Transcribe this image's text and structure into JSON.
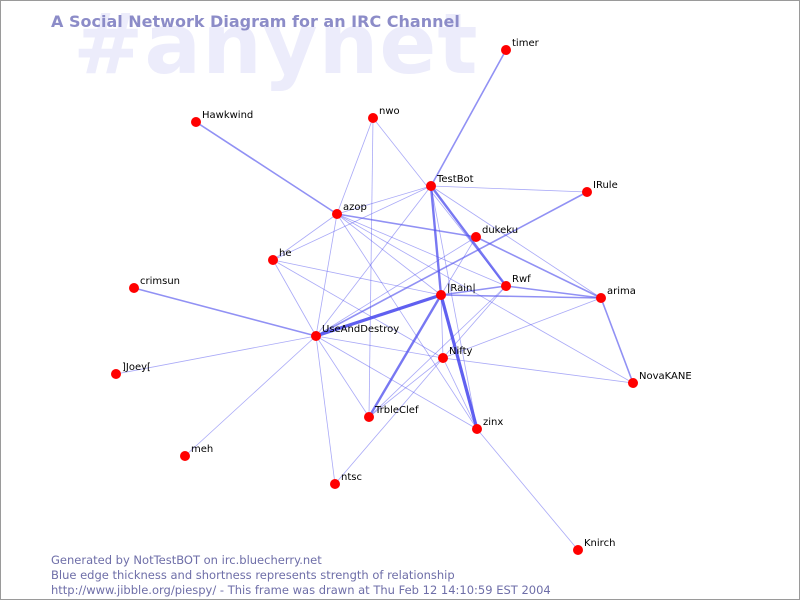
{
  "watermark": "#anynet",
  "title": "A Social Network Diagram for an IRC Channel",
  "footer": {
    "line1": "Generated by NotTestBOT on irc.bluecherry.net",
    "line2": "Blue edge thickness and shortness represents strength of relationship",
    "line3": "http://www.jibble.org/piespy/ - This frame was drawn at Thu Feb 12 14:10:59 EST 2004"
  },
  "colors": {
    "node": "#ff0000",
    "edge": "#5050ee",
    "title": "#8c8cc8",
    "watermark": "#ececfb"
  },
  "graph": {
    "nodes": [
      {
        "id": "timer",
        "label": "timer"
      },
      {
        "id": "Hawkwind",
        "label": "Hawkwind"
      },
      {
        "id": "nwo",
        "label": "nwo"
      },
      {
        "id": "TestBot",
        "label": "TestBot"
      },
      {
        "id": "IRule",
        "label": "IRule"
      },
      {
        "id": "azop",
        "label": "azop"
      },
      {
        "id": "dukeku",
        "label": "dukeku"
      },
      {
        "id": "he",
        "label": "he"
      },
      {
        "id": "crimsun",
        "label": "crimsun"
      },
      {
        "id": "Rwf",
        "label": "Rwf"
      },
      {
        "id": "arima",
        "label": "arima"
      },
      {
        "id": "Rain",
        "label": "|Rain|"
      },
      {
        "id": "UseAndDestroy",
        "label": "UseAndDestroy"
      },
      {
        "id": "Nifty",
        "label": "Nifty"
      },
      {
        "id": "Joey",
        "label": "]Joey["
      },
      {
        "id": "NovaKANE",
        "label": "NovaKANE"
      },
      {
        "id": "TrbleClef",
        "label": "TrbleClef"
      },
      {
        "id": "zinx",
        "label": "zinx"
      },
      {
        "id": "meh",
        "label": "meh"
      },
      {
        "id": "ntsc",
        "label": "ntsc"
      },
      {
        "id": "Knirch",
        "label": "Knirch"
      }
    ],
    "edges": [
      {
        "source": "timer",
        "target": "TestBot",
        "strength": 2
      },
      {
        "source": "Hawkwind",
        "target": "azop",
        "strength": 2
      },
      {
        "source": "nwo",
        "target": "azop",
        "strength": 1
      },
      {
        "source": "nwo",
        "target": "TrbleClef",
        "strength": 1
      },
      {
        "source": "nwo",
        "target": "Rwf",
        "strength": 1
      },
      {
        "source": "TestBot",
        "target": "IRule",
        "strength": 1
      },
      {
        "source": "TestBot",
        "target": "azop",
        "strength": 1
      },
      {
        "source": "TestBot",
        "target": "Rain",
        "strength": 3
      },
      {
        "source": "TestBot",
        "target": "Rwf",
        "strength": 3
      },
      {
        "source": "TestBot",
        "target": "UseAndDestroy",
        "strength": 1
      },
      {
        "source": "TestBot",
        "target": "zinx",
        "strength": 1
      },
      {
        "source": "TestBot",
        "target": "he",
        "strength": 1
      },
      {
        "source": "TestBot",
        "target": "arima",
        "strength": 1
      },
      {
        "source": "IRule",
        "target": "UseAndDestroy",
        "strength": 2
      },
      {
        "source": "azop",
        "target": "dukeku",
        "strength": 2
      },
      {
        "source": "azop",
        "target": "he",
        "strength": 1
      },
      {
        "source": "azop",
        "target": "UseAndDestroy",
        "strength": 1
      },
      {
        "source": "azop",
        "target": "Rain",
        "strength": 1
      },
      {
        "source": "azop",
        "target": "Rwf",
        "strength": 1
      },
      {
        "source": "azop",
        "target": "NovaKANE",
        "strength": 1
      },
      {
        "source": "azop",
        "target": "zinx",
        "strength": 1
      },
      {
        "source": "dukeku",
        "target": "arima",
        "strength": 2
      },
      {
        "source": "dukeku",
        "target": "Rain",
        "strength": 1
      },
      {
        "source": "dukeku",
        "target": "UseAndDestroy",
        "strength": 1
      },
      {
        "source": "he",
        "target": "UseAndDestroy",
        "strength": 1
      },
      {
        "source": "he",
        "target": "Rain",
        "strength": 1
      },
      {
        "source": "he",
        "target": "Nifty",
        "strength": 1
      },
      {
        "source": "crimsun",
        "target": "UseAndDestroy",
        "strength": 2
      },
      {
        "source": "Rwf",
        "target": "arima",
        "strength": 2
      },
      {
        "source": "Rwf",
        "target": "Rain",
        "strength": 2
      },
      {
        "source": "Rwf",
        "target": "Nifty",
        "strength": 1
      },
      {
        "source": "Rwf",
        "target": "TrbleClef",
        "strength": 1
      },
      {
        "source": "arima",
        "target": "Rain",
        "strength": 2
      },
      {
        "source": "arima",
        "target": "NovaKANE",
        "strength": 2
      },
      {
        "source": "arima",
        "target": "Nifty",
        "strength": 1
      },
      {
        "source": "Rain",
        "target": "UseAndDestroy",
        "strength": 4
      },
      {
        "source": "Rain",
        "target": "TrbleClef",
        "strength": 3
      },
      {
        "source": "Rain",
        "target": "zinx",
        "strength": 4
      },
      {
        "source": "Rain",
        "target": "Nifty",
        "strength": 1
      },
      {
        "source": "UseAndDestroy",
        "target": "Nifty",
        "strength": 1
      },
      {
        "source": "UseAndDestroy",
        "target": "Joey",
        "strength": 1
      },
      {
        "source": "UseAndDestroy",
        "target": "meh",
        "strength": 1
      },
      {
        "source": "UseAndDestroy",
        "target": "ntsc",
        "strength": 1
      },
      {
        "source": "UseAndDestroy",
        "target": "TrbleClef",
        "strength": 1
      },
      {
        "source": "UseAndDestroy",
        "target": "zinx",
        "strength": 1
      },
      {
        "source": "Nifty",
        "target": "NovaKANE",
        "strength": 1
      },
      {
        "source": "Nifty",
        "target": "TrbleClef",
        "strength": 1
      },
      {
        "source": "Nifty",
        "target": "zinx",
        "strength": 1
      },
      {
        "source": "Nifty",
        "target": "ntsc",
        "strength": 1
      },
      {
        "source": "zinx",
        "target": "Knirch",
        "strength": 1
      }
    ]
  }
}
